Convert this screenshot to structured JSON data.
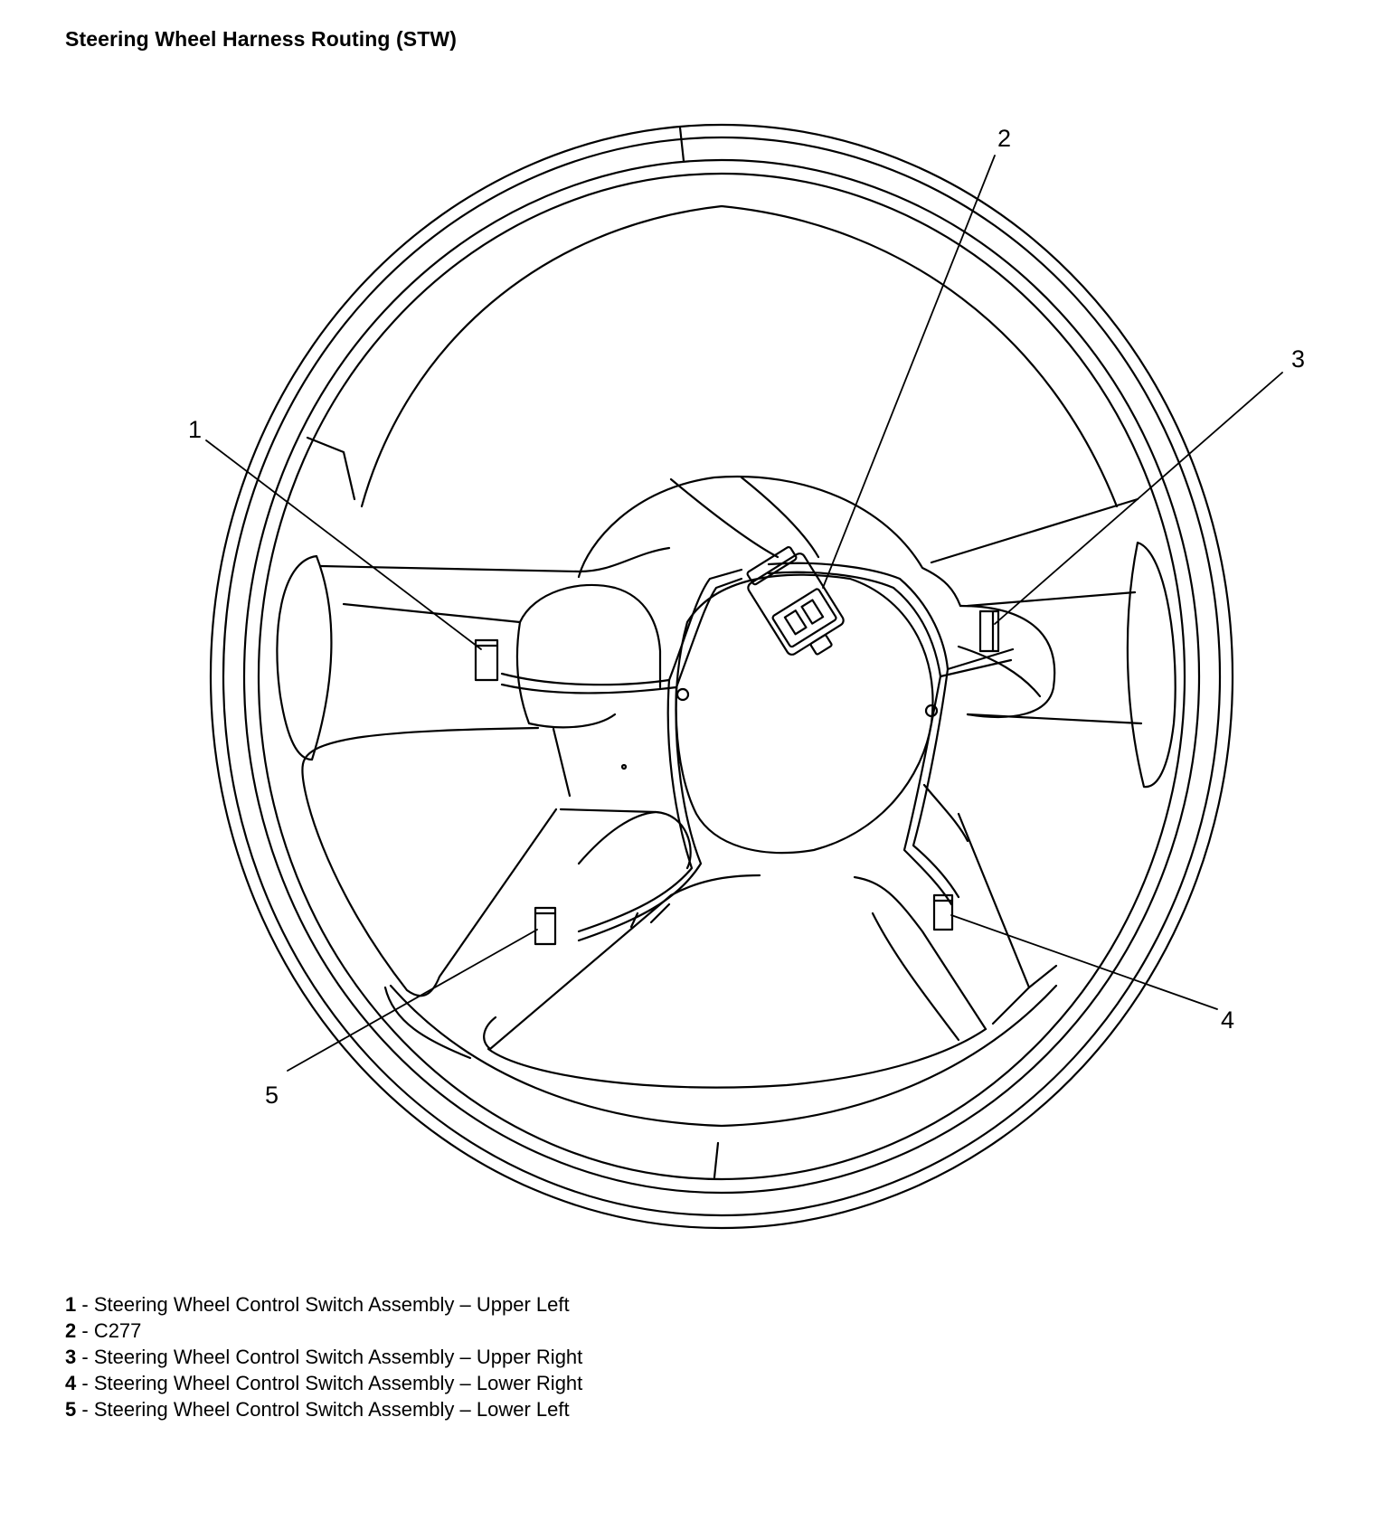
{
  "title": "Steering Wheel Harness Routing (STW)",
  "callouts": [
    {
      "number": "1",
      "description": "Steering Wheel Control Switch Assembly – Upper Left"
    },
    {
      "number": "2",
      "description": "C277"
    },
    {
      "number": "3",
      "description": "Steering Wheel Control Switch Assembly – Upper Right"
    },
    {
      "number": "4",
      "description": "Steering Wheel Control Switch Assembly – Lower Right"
    },
    {
      "number": "5",
      "description": "Steering Wheel Control Switch Assembly – Lower Left"
    }
  ],
  "separator": " - "
}
